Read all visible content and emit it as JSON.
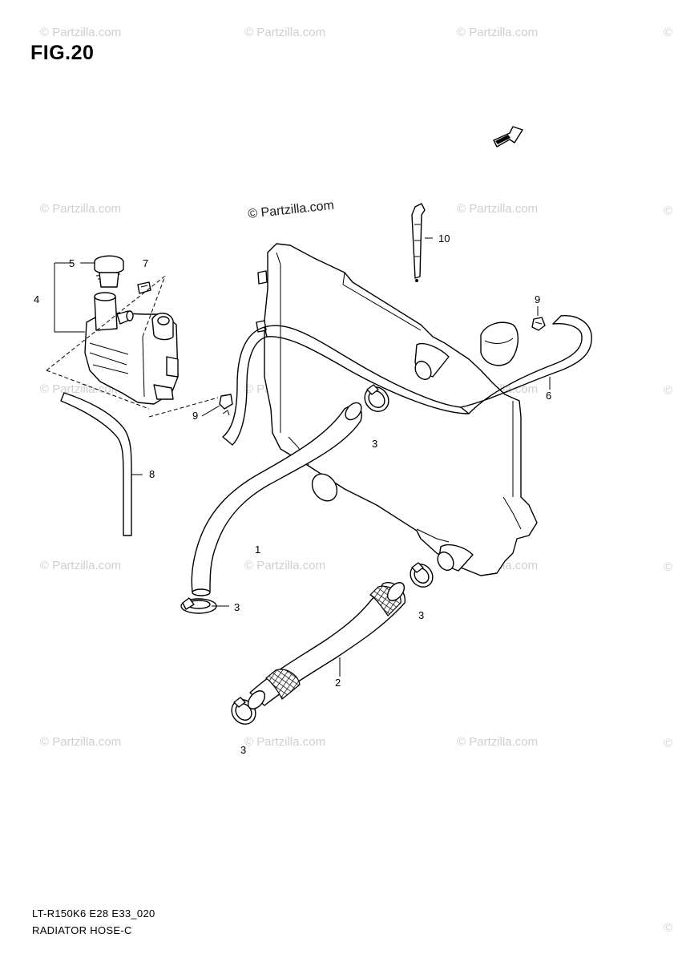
{
  "figure": {
    "title": "FIG.20",
    "footer_code": "LT-R150K6 E28 E33_020",
    "footer_name": "RADIATOR HOSE-C"
  },
  "direction_badge": "FWD",
  "watermark": {
    "main": "© Partzilla.com",
    "tile": "© Partzilla.com"
  },
  "callouts": [
    {
      "id": "1",
      "label": "1"
    },
    {
      "id": "2",
      "label": "2"
    },
    {
      "id": "3a",
      "label": "3"
    },
    {
      "id": "3b",
      "label": "3"
    },
    {
      "id": "3c",
      "label": "3"
    },
    {
      "id": "3d",
      "label": "3"
    },
    {
      "id": "4",
      "label": "4"
    },
    {
      "id": "5",
      "label": "5"
    },
    {
      "id": "6",
      "label": "6"
    },
    {
      "id": "7",
      "label": "7"
    },
    {
      "id": "8",
      "label": "8"
    },
    {
      "id": "9a",
      "label": "9"
    },
    {
      "id": "9b",
      "label": "9"
    },
    {
      "id": "10",
      "label": "10"
    }
  ]
}
